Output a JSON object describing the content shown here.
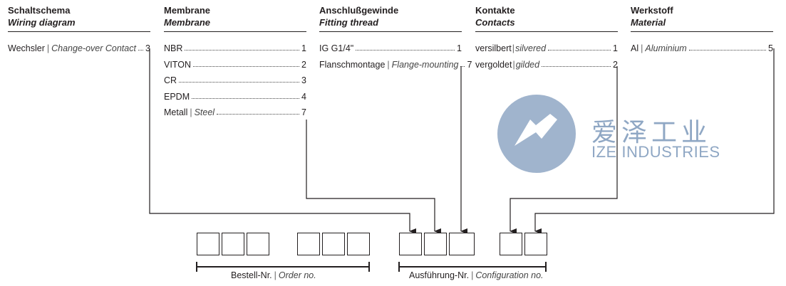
{
  "columns": [
    {
      "title_de": "Schaltschema",
      "title_en": "Wiring diagram",
      "items": [
        {
          "de": "Wechsler",
          "en": "Change-over Contact",
          "code": "3"
        }
      ]
    },
    {
      "title_de": "Membrane",
      "title_en": "Membrane",
      "items": [
        {
          "de": "NBR",
          "en": "",
          "code": "1"
        },
        {
          "de": "VITON",
          "en": "",
          "code": "2"
        },
        {
          "de": "CR",
          "en": "",
          "code": "3"
        },
        {
          "de": "EPDM",
          "en": "",
          "code": "4"
        },
        {
          "de": "Metall",
          "en": "Steel",
          "code": "7"
        }
      ]
    },
    {
      "title_de": "Anschlußgewinde",
      "title_en": "Fitting thread",
      "items": [
        {
          "de": "IG G1/4\"",
          "en": "",
          "code": "1"
        },
        {
          "de": "Flanschmontage",
          "en": "Flange-mounting",
          "code": "7"
        }
      ]
    },
    {
      "title_de": "Kontakte",
      "title_en": "Contacts",
      "items": [
        {
          "de": "versilbert",
          "en": "silvered",
          "code": "1"
        },
        {
          "de": "vergoldet",
          "en": "gilded",
          "code": "2"
        }
      ]
    },
    {
      "title_de": "Werkstoff",
      "title_en": "Material",
      "items": [
        {
          "de": "Al",
          "en": "Aluminium",
          "code": "5"
        }
      ]
    }
  ],
  "order": {
    "de": "Bestell-Nr.",
    "en": "Order no."
  },
  "configuration": {
    "de": "Ausführung-Nr.",
    "en": "Configuration no."
  },
  "watermark": {
    "cn": "爱泽工业",
    "en": "IZE INDUSTRIES",
    "color": "#8fa7c4"
  }
}
